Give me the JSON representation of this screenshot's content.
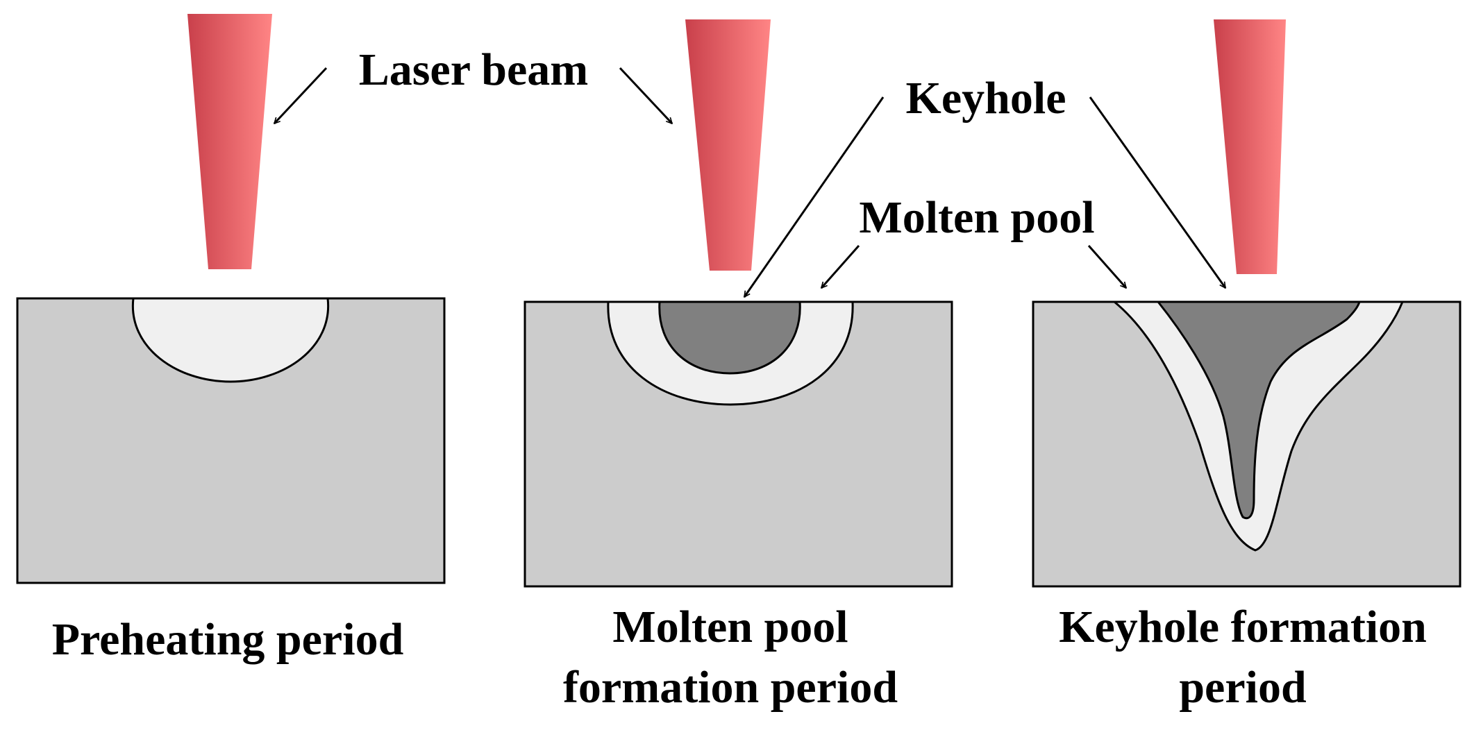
{
  "labels": {
    "laser_beam": "Laser beam",
    "keyhole": "Keyhole",
    "molten_pool": "Molten pool"
  },
  "captions": {
    "preheating": "Preheating period",
    "molten_pool_line1": "Molten pool",
    "molten_pool_line2": "formation period",
    "keyhole_line1": "Keyhole formation",
    "keyhole_line2": "period"
  },
  "colors": {
    "substrate": "#cccccc",
    "molten_pool": "#f0f0f0",
    "keyhole": "#808080",
    "beam_dark": "#c9404b",
    "beam_light": "#ff8585",
    "outline": "#000000"
  }
}
